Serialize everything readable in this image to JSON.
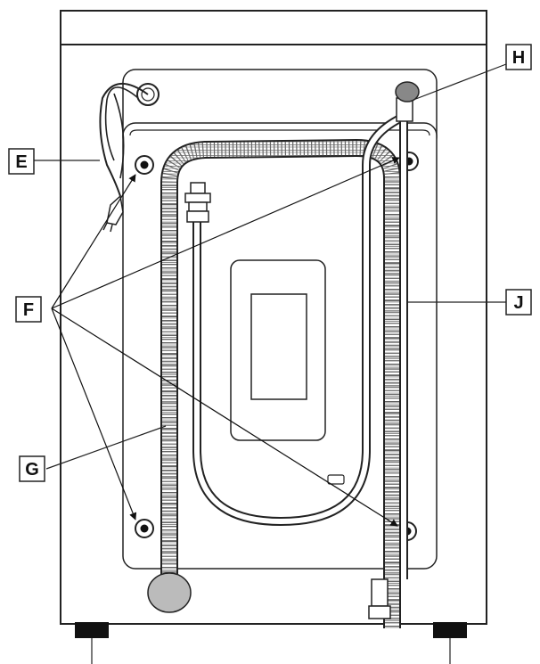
{
  "diagram": {
    "callouts": {
      "e": "E",
      "f": "F",
      "g": "G",
      "h": "H",
      "j": "J"
    }
  },
  "colors": {
    "line": "#222222",
    "panel_fill": "#ffffff",
    "drain_fitting": "#bbbbbb",
    "bolt_ring": "#ffffff",
    "bolt_center": "#111111",
    "feet": "#111111"
  }
}
